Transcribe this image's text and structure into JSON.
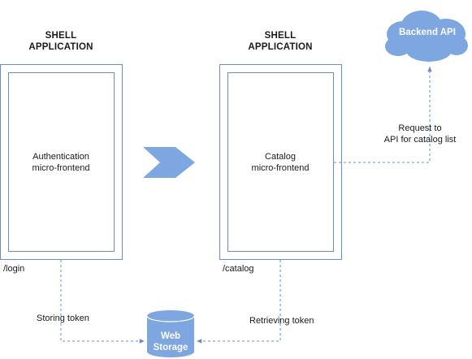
{
  "left_shell": {
    "title_line1": "SHELL",
    "title_line2": "APPLICATION",
    "route": "/login",
    "mf_line1": "Authentication",
    "mf_line2": "micro-frontend"
  },
  "right_shell": {
    "title_line1": "SHELL",
    "title_line2": "APPLICATION",
    "route": "/catalog",
    "mf_line1": "Catalog",
    "mf_line2": "micro-frontend"
  },
  "backend": {
    "label": "Backend API"
  },
  "request": {
    "line1": "Request to",
    "line2": "API for catalog list"
  },
  "storage": {
    "line1": "Web",
    "line2": "Storage"
  },
  "storing_label": "Storing token",
  "retrieving_label": "Retrieving token",
  "colors": {
    "shape_fill": "#7ea6e0",
    "border": "#6c8ebf",
    "dashed": "#6c8ebf"
  }
}
